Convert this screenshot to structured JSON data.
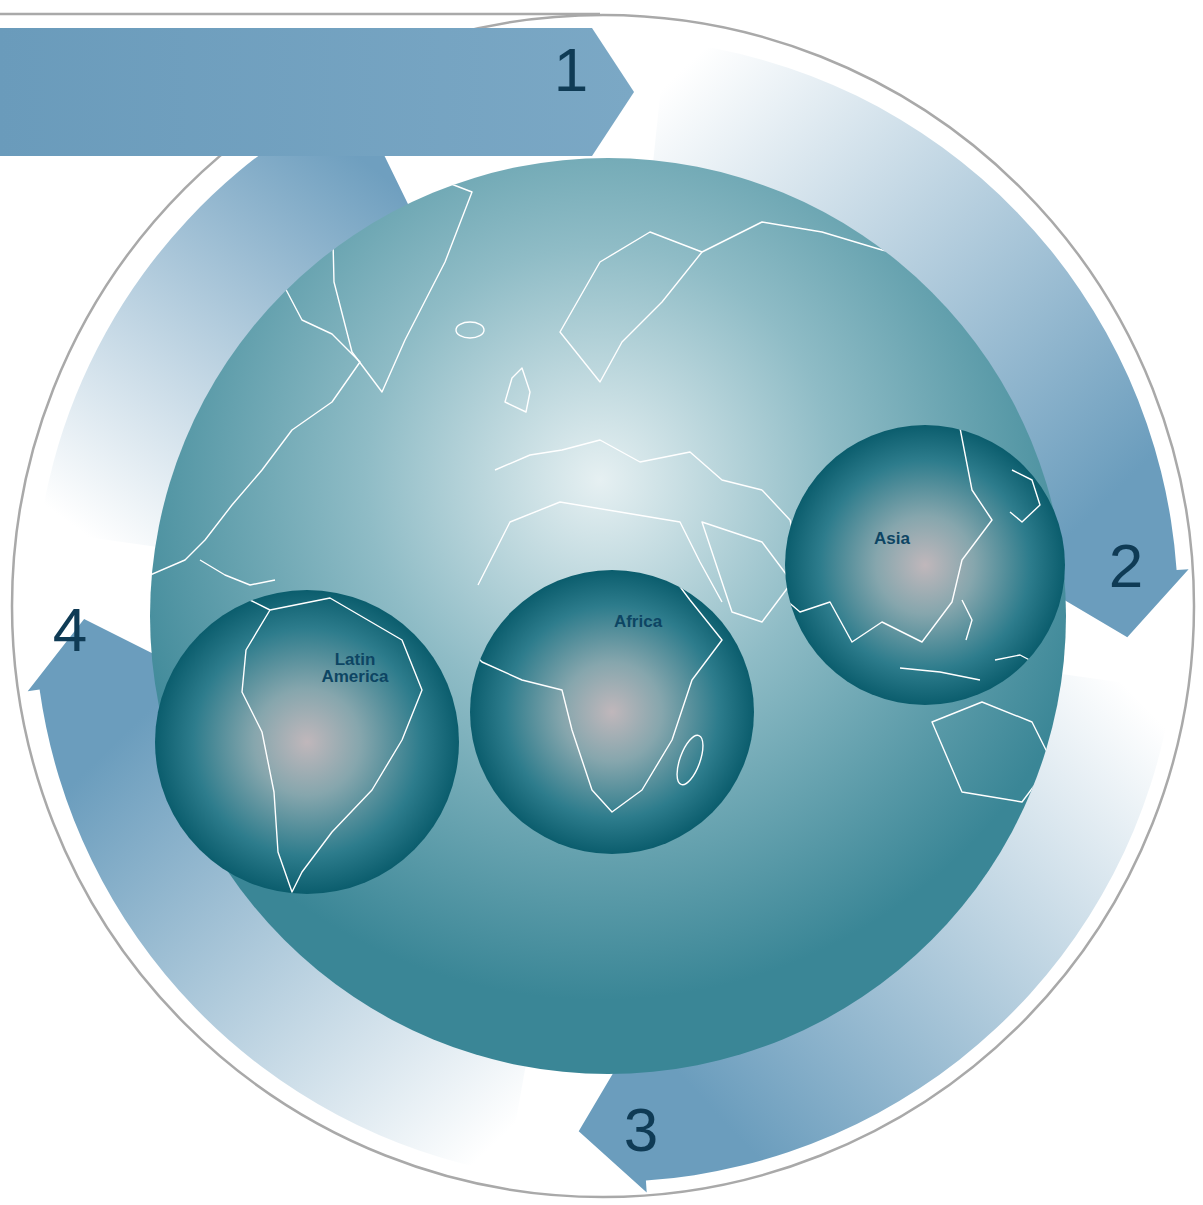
{
  "diagram": {
    "nodes": [
      {
        "text": [
          "Latin America"
        ]
      },
      {
        "text": [
          "Africa"
        ]
      },
      {
        "text": [
          "Asia"
        ]
      }
    ],
    "labels": [
      "1",
      "2",
      "3",
      "4"
    ]
  }
}
